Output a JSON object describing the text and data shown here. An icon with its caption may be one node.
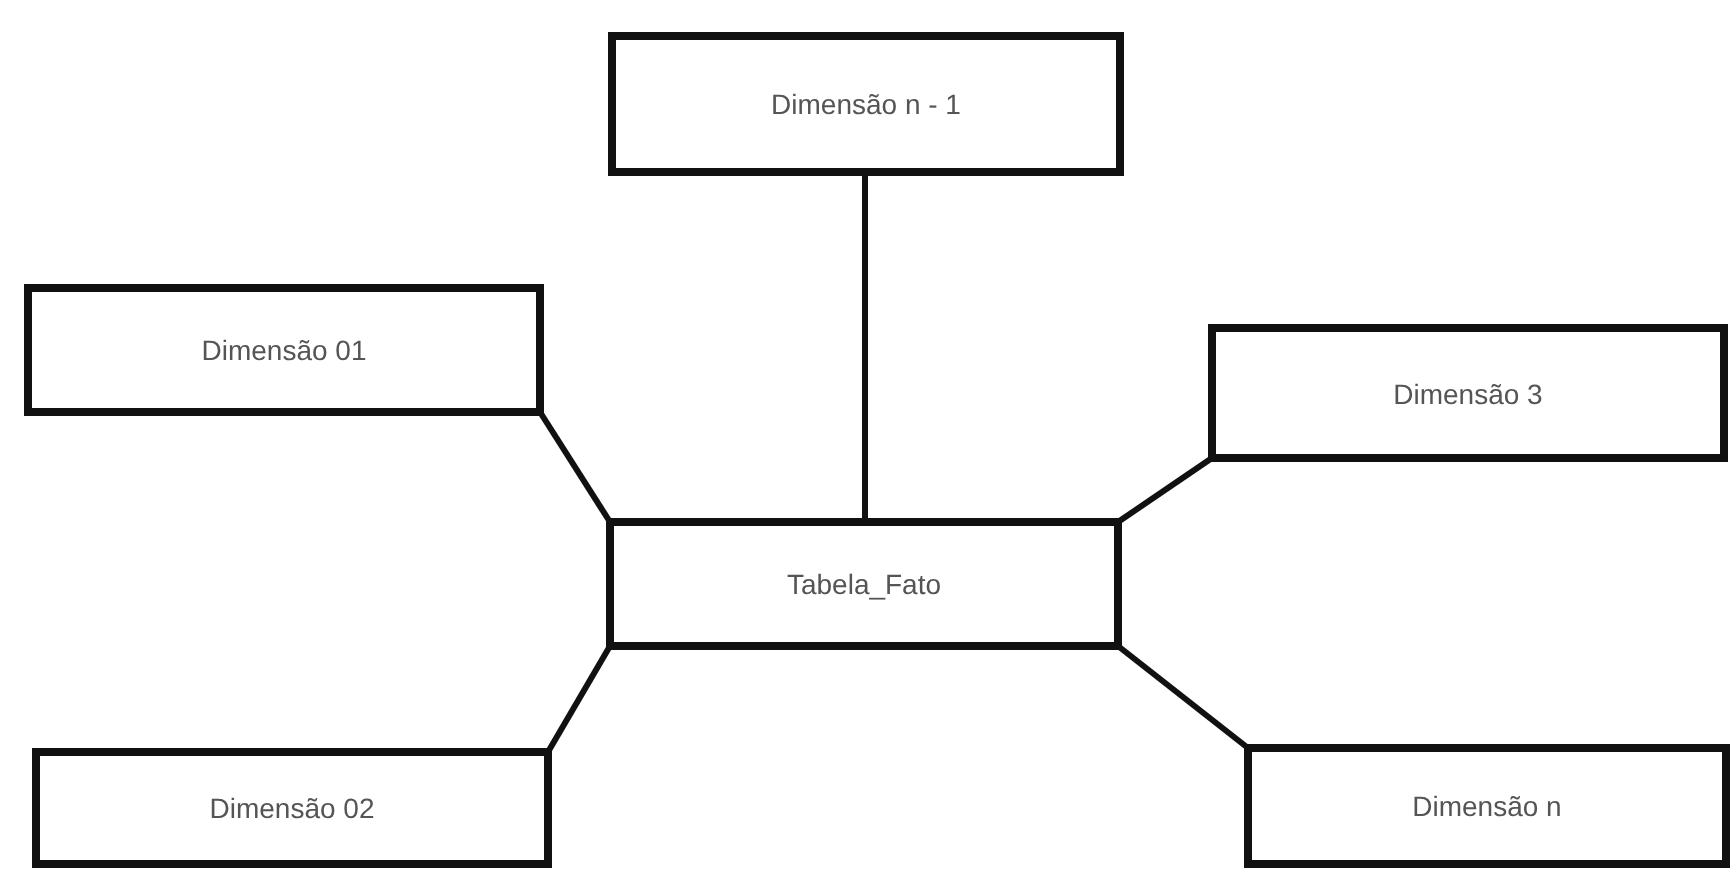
{
  "diagram": {
    "nodes": [
      {
        "text": [
          "Dimensão n - 1"
        ]
      },
      {
        "text": [
          "Dimensão 01"
        ]
      },
      {
        "text": [
          "Dimensão 3"
        ]
      },
      {
        "text": [
          "Tabela_Fato"
        ]
      },
      {
        "text": [
          "Dimensão 02"
        ]
      },
      {
        "text": [
          "Dimensão n"
        ]
      }
    ],
    "edges": [
      {
        "from": 3,
        "to": 0,
        "arrow": "none"
      },
      {
        "from": 3,
        "to": 1,
        "arrow": "none"
      },
      {
        "from": 3,
        "to": 2,
        "arrow": "none"
      },
      {
        "from": 3,
        "to": 4,
        "arrow": "none"
      },
      {
        "from": 3,
        "to": 5,
        "arrow": "none"
      }
    ]
  }
}
